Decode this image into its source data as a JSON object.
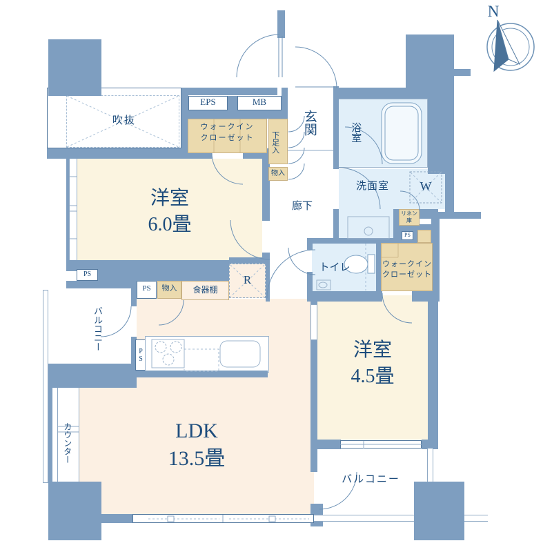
{
  "compass": {
    "north_label": "N"
  },
  "colors": {
    "wall": "#7E9EC0",
    "wall_line": "#54799F",
    "bedroom_floor": "#FBF4E0",
    "ldk_floor": "#FCF0E3",
    "wet_floor": "#E1EFF9",
    "closet": "#EBDAAE",
    "text": "#1D4C7C"
  },
  "rooms": {
    "bedroom1": {
      "name": "洋室",
      "size": "6.0畳"
    },
    "bedroom2": {
      "name": "洋室",
      "size": "4.5畳"
    },
    "ldk": {
      "name": "LDK",
      "size": "13.5畳"
    },
    "genkan": {
      "label": "玄関"
    },
    "hallway": {
      "label": "廊下"
    },
    "bath": {
      "label": "浴室"
    },
    "washroom": {
      "label": "洗面室"
    },
    "toilet": {
      "label": "トイレ"
    },
    "void": {
      "label": "吹抜"
    },
    "balcony_left": {
      "label": "バルコニー"
    },
    "balcony_bottom": {
      "label": "バルコニー"
    },
    "counter": {
      "label": "カウンター"
    }
  },
  "storage": {
    "wic_top": {
      "line1": "ウォークイン",
      "line2": "クローゼット"
    },
    "wic_right": {
      "line1": "ウォークイン",
      "line2": "クローゼット"
    },
    "shoe_box": {
      "label": "下足入"
    },
    "genkan_storage": {
      "label": "物入"
    },
    "kitchen_storage": {
      "label": "物入"
    },
    "cupboard": {
      "label": "食器棚"
    },
    "linen": {
      "line1": "リネン",
      "line2": "庫"
    }
  },
  "equipment": {
    "eps": "EPS",
    "mb": "MB",
    "washer": "W",
    "fridge": "R",
    "ps_left": "PS",
    "ps_mid": "PS",
    "ps_right": "PS",
    "ps_kitchen": "PS"
  }
}
